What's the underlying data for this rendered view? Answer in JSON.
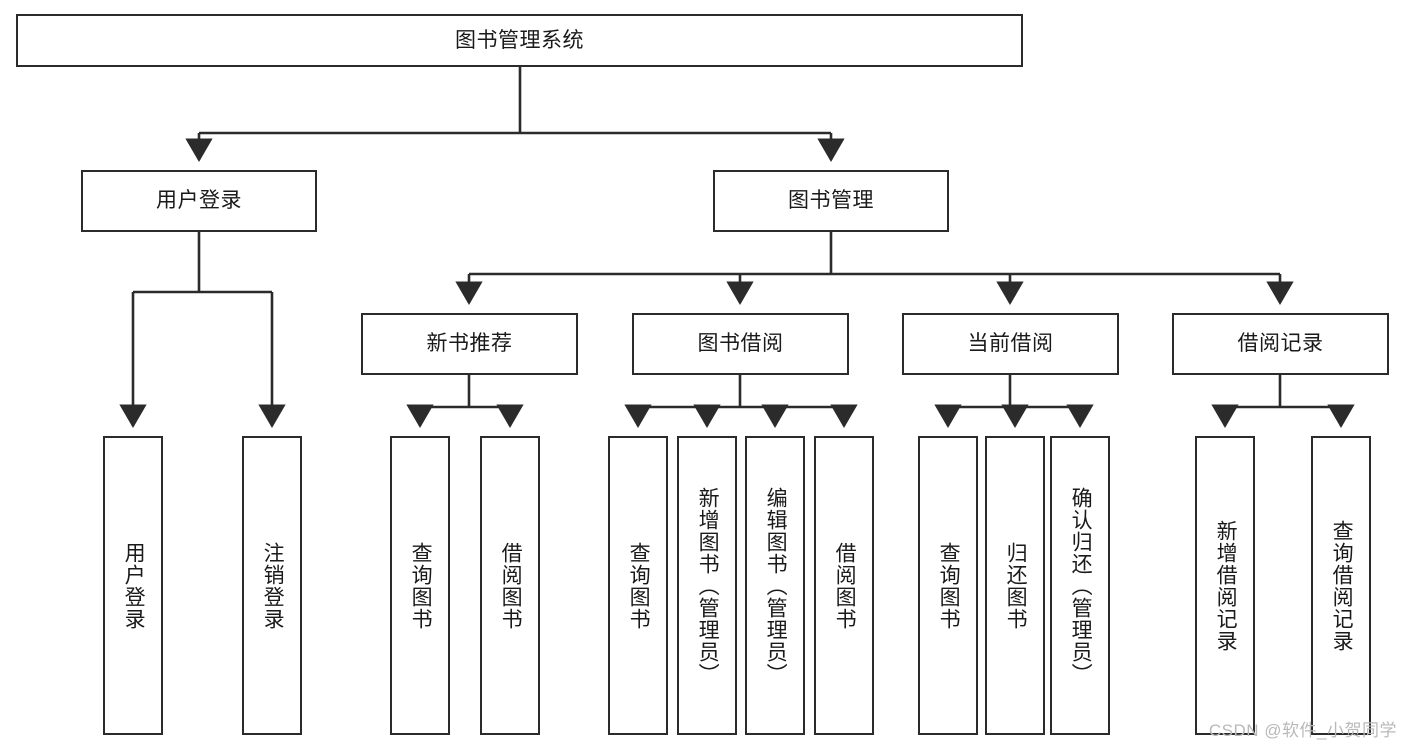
{
  "diagram": {
    "title_node": {
      "label": "图书管理系统"
    },
    "level2": [
      {
        "id": "user-login",
        "label": "用户登录"
      },
      {
        "id": "book-manage",
        "label": "图书管理"
      }
    ],
    "level3": [
      {
        "id": "new-book-recommend",
        "label": "新书推荐"
      },
      {
        "id": "book-borrow",
        "label": "图书借阅"
      },
      {
        "id": "current-borrow",
        "label": "当前借阅"
      },
      {
        "id": "borrow-record",
        "label": "借阅记录"
      }
    ],
    "leaves": [
      {
        "id": "leaf-user-login",
        "label": "用户登录"
      },
      {
        "id": "leaf-logout-login",
        "label": "注销登录"
      },
      {
        "id": "leaf-query-book-1",
        "label": "查询图书"
      },
      {
        "id": "leaf-borrow-book-1",
        "label": "借阅图书"
      },
      {
        "id": "leaf-query-book-2",
        "label": "查询图书"
      },
      {
        "id": "leaf-add-book",
        "label": "新增图书（管理员）"
      },
      {
        "id": "leaf-edit-book",
        "label": "编辑图书（管理员）"
      },
      {
        "id": "leaf-borrow-book-2",
        "label": "借阅图书"
      },
      {
        "id": "leaf-query-book-3",
        "label": "查询图书"
      },
      {
        "id": "leaf-return-book",
        "label": "归还图书"
      },
      {
        "id": "leaf-confirm-return",
        "label": "确认归还（管理员）"
      },
      {
        "id": "leaf-add-record",
        "label": "新增借阅记录"
      },
      {
        "id": "leaf-query-record",
        "label": "查询借阅记录"
      }
    ],
    "colors": {
      "stroke": "#2b2b2b",
      "fill": "#ffffff",
      "text": "#1a1a1a",
      "watermark": "#b9b9b9"
    }
  },
  "watermark": {
    "text": "CSDN @软件_小贺同学"
  }
}
